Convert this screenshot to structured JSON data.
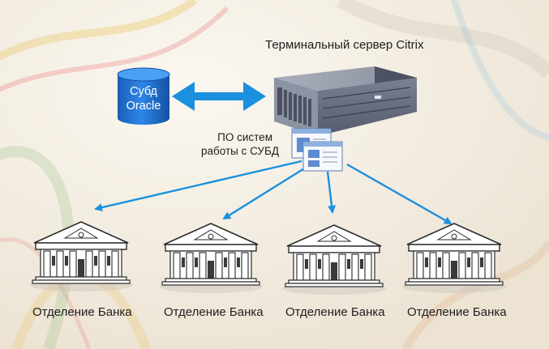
{
  "diagram": {
    "server": {
      "title": "Терминальный сервер Citrix"
    },
    "database": {
      "line1": "Субд",
      "line2": "Oracle",
      "color": "#1d6fd1"
    },
    "software": {
      "line1": "ПО систем",
      "line2": "работы с СУБД"
    },
    "branches": [
      {
        "label": "Отделение Банка"
      },
      {
        "label": "Отделение Банка"
      },
      {
        "label": "Отделение Банка"
      },
      {
        "label": "Отделение Банка"
      }
    ],
    "arrow_color": "#1a90df"
  }
}
